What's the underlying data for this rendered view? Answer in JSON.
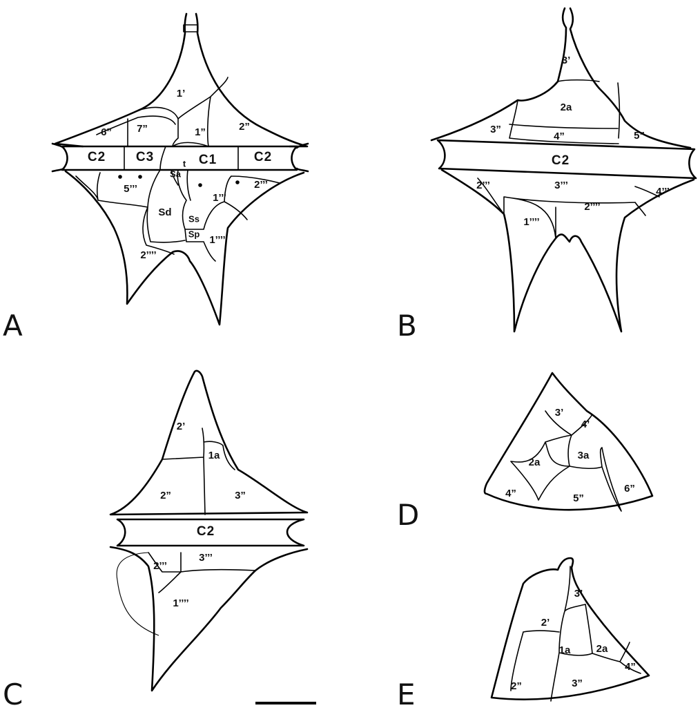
{
  "panels": {
    "A": {
      "letter": "A",
      "plates": {
        "p1a": "1’",
        "p6": "6”",
        "p7": "7”",
        "p1": "1”",
        "p2": "2”",
        "c2l": "C2",
        "c3": "C3",
        "c1": "C1",
        "c2r": "C2",
        "sa": "Sa",
        "t": "t",
        "sd": "Sd",
        "ss": "Ss",
        "sp": "Sp",
        "p5h": "5’’’",
        "p1h": "1’’’",
        "p2h": "2’’’",
        "p2a": "2’’’’",
        "p1ap": "1’’’’"
      }
    },
    "B": {
      "letter": "B",
      "plates": {
        "p3a": "3’",
        "p2a": "2a",
        "p3": "3”",
        "p4": "4”",
        "p5": "5”",
        "c2": "C2",
        "p2h": "2’’’",
        "p3h": "3’’’",
        "p4h": "4’’’",
        "p1ap": "1’’’’",
        "p2ap": "2’’’’"
      }
    },
    "C": {
      "letter": "C",
      "plates": {
        "p2a": "2’",
        "p1a": "1a",
        "p2": "2”",
        "p3": "3”",
        "c2": "C2",
        "p2h": "2’’’",
        "p3h": "3’’’",
        "p1ap": "1’’’’"
      }
    },
    "D": {
      "letter": "D",
      "plates": {
        "p3a": "3’",
        "p4a": "4’",
        "p2a": "2a",
        "p3aa": "3a",
        "p4": "4”",
        "p5": "5”",
        "p6": "6”"
      }
    },
    "E": {
      "letter": "E",
      "plates": {
        "p2a": "2’",
        "p3a": "3’",
        "p1a": "1a",
        "p2aa": "2a",
        "p2": "2”",
        "p3": "3”",
        "p4": "4”"
      }
    }
  }
}
